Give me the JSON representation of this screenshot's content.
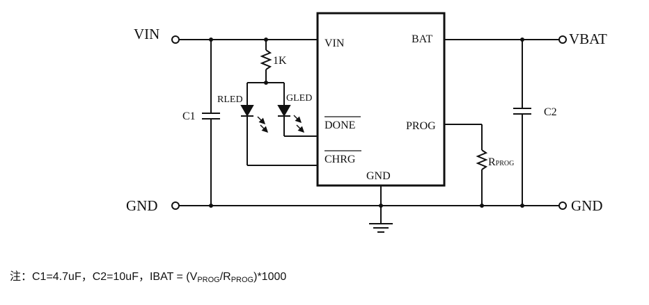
{
  "terminals": {
    "vin": "VIN",
    "vbat": "VBAT",
    "gnd_left": "GND",
    "gnd_right": "GND"
  },
  "chip": {
    "pin_vin": "VIN",
    "pin_bat": "BAT",
    "pin_done": "DONE",
    "pin_prog": "PROG",
    "pin_chrg": "CHRG",
    "pin_gnd": "GND"
  },
  "components": {
    "r1": "1K",
    "rled": "RLED",
    "gled": "GLED",
    "c1": "C1",
    "c2": "C2",
    "rprog_main": "R",
    "rprog_sub": "PROG"
  },
  "note": {
    "prefix": "注：C1=4.7uF，C2=10uF，IBAT = (V",
    "sub1": "PROG",
    "mid": "/R",
    "sub2": "PROG",
    "suffix": ")*1000"
  },
  "colors": {
    "line": "#111111",
    "background": "#ffffff"
  }
}
